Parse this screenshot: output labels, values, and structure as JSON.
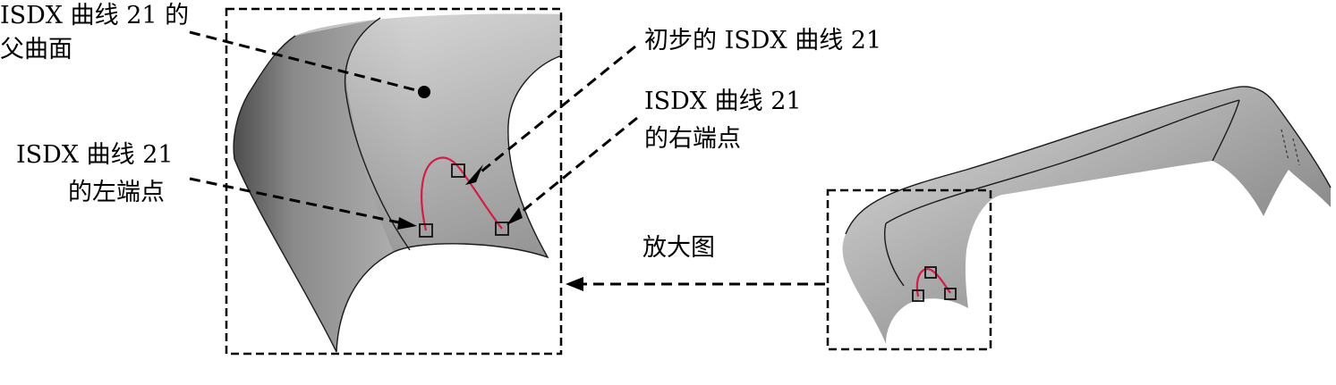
{
  "labels": {
    "parent_surface": [
      "ISDX 曲线 21 的",
      "父曲面"
    ],
    "initial_curve": "初步的 ISDX 曲线 21",
    "right_endpoint": [
      "ISDX 曲线 21",
      "的右端点"
    ],
    "left_endpoint": [
      "ISDX 曲线 21",
      "的左端点"
    ],
    "zoom": "放大图"
  },
  "colors": {
    "curve": "#d21d4a",
    "surface_light": "#e6e6e6",
    "surface_dark": "#5c5c5c",
    "leader": "#000000"
  },
  "icons": {
    "endpoint_marker": "square-marker",
    "parent_marker": "dot-marker"
  }
}
